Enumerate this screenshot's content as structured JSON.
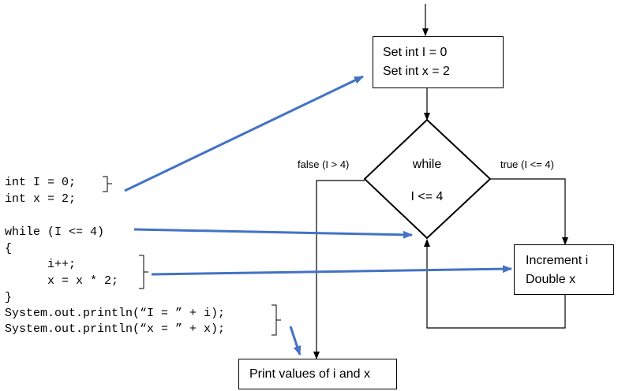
{
  "code": {
    "decl_1": "int I = 0;",
    "decl_2": "int x = 2;",
    "while_line": "while (I <= 4)",
    "open_brace": "{",
    "body_1": "      i++;",
    "body_2": "      x = x * 2;",
    "close_brace": "}",
    "print_1": "System.out.println(“I = ” + i);",
    "print_2": "System.out.println(“x = ” + x);"
  },
  "flowchart": {
    "init_box": {
      "line_1": "Set int I = 0",
      "line_2": "Set int x = 2"
    },
    "decision": {
      "line_1": "while",
      "line_2": "I <= 4"
    },
    "false_label": "false (I > 4)",
    "true_label": "true (I <= 4)",
    "increment_box": {
      "line_1": "Increment i",
      "line_2": "Double x"
    },
    "output_box": {
      "line_1": "Print values of i and x"
    }
  },
  "colors": {
    "connector_blue": "#4472C4",
    "flow_black": "#000000"
  }
}
